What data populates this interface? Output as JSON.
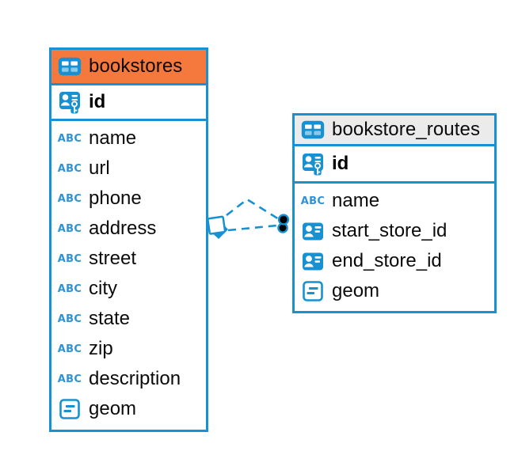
{
  "diagram": {
    "colors": {
      "accent_blue": "#1791D2",
      "bookstores_header_bg": "#F5793C",
      "routes_header_bg": "#EBEBEB",
      "relationship_dot_fill": "#000000",
      "canvas_bg": "#ffffff",
      "text": "#0b0b0b"
    },
    "tables": [
      {
        "name": "bookstores",
        "header_bg": "#F5793C",
        "icon": "table-icon",
        "primary_key": {
          "name": "id",
          "icon": "primary-key-icon"
        },
        "columns": [
          {
            "name": "name",
            "icon": "text-type-icon"
          },
          {
            "name": "url",
            "icon": "text-type-icon"
          },
          {
            "name": "phone",
            "icon": "text-type-icon"
          },
          {
            "name": "address",
            "icon": "text-type-icon"
          },
          {
            "name": "street",
            "icon": "text-type-icon"
          },
          {
            "name": "city",
            "icon": "text-type-icon"
          },
          {
            "name": "state",
            "icon": "text-type-icon"
          },
          {
            "name": "zip",
            "icon": "text-type-icon"
          },
          {
            "name": "description",
            "icon": "text-type-icon"
          },
          {
            "name": "geom",
            "icon": "geometry-type-icon"
          }
        ]
      },
      {
        "name": "bookstore_routes",
        "header_bg": "#EBEBEB",
        "icon": "table-icon",
        "primary_key": {
          "name": "id",
          "icon": "primary-key-icon"
        },
        "columns": [
          {
            "name": "name",
            "icon": "text-type-icon"
          },
          {
            "name": "start_store_id",
            "icon": "reference-type-icon"
          },
          {
            "name": "end_store_id",
            "icon": "reference-type-icon"
          },
          {
            "name": "geom",
            "icon": "geometry-type-icon"
          }
        ]
      }
    ],
    "relationships": [
      {
        "from_table": "bookstores",
        "to_table": "bookstore_routes",
        "style": "dashed",
        "route": "upper"
      },
      {
        "from_table": "bookstores",
        "to_table": "bookstore_routes",
        "style": "dashed",
        "route": "lower"
      }
    ]
  }
}
